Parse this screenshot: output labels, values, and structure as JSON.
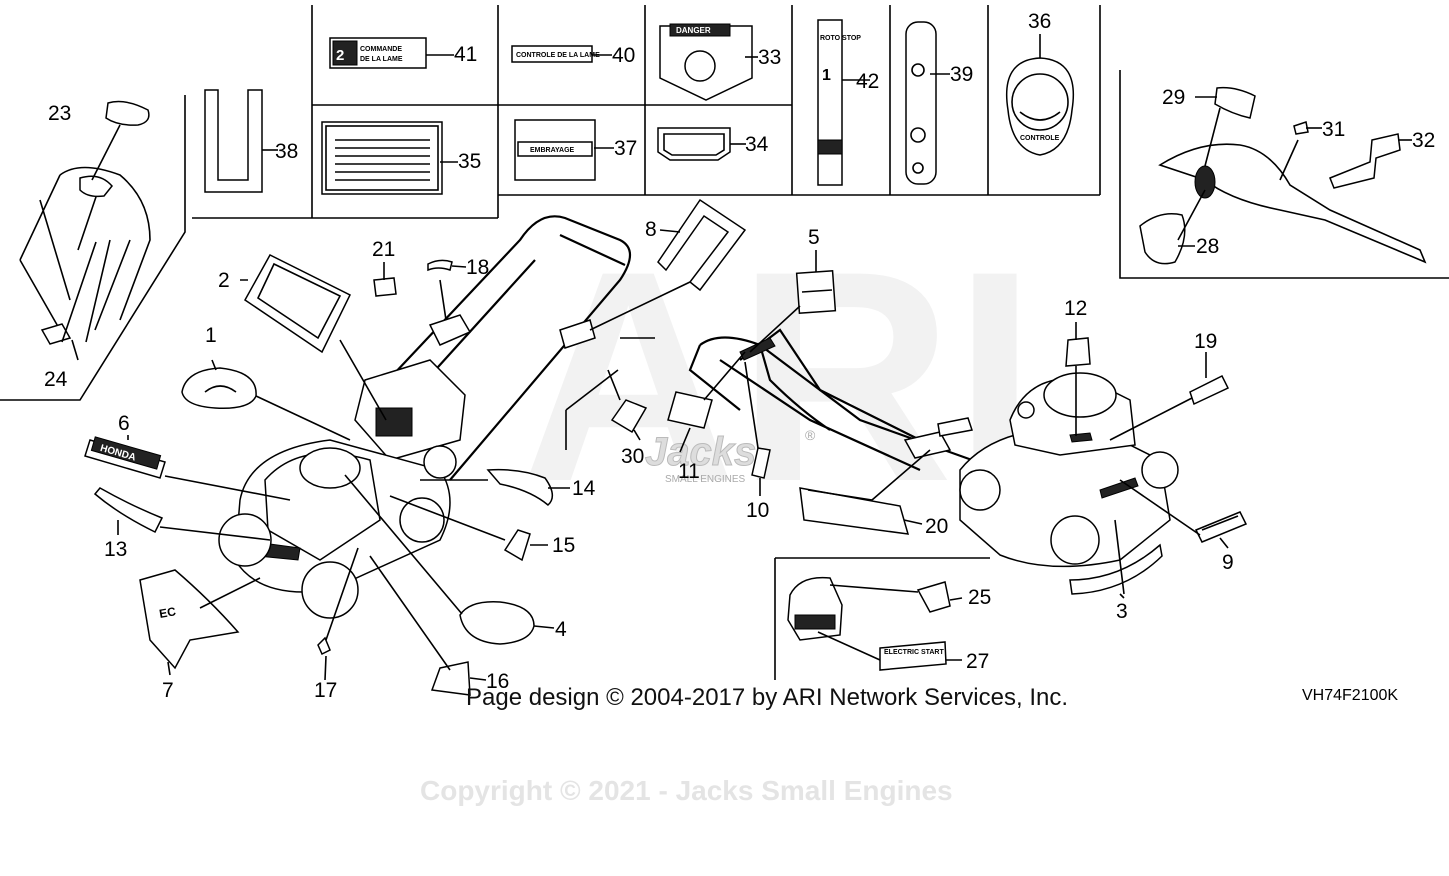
{
  "diagram": {
    "watermark_text": "ARI",
    "jacks_logo": {
      "line1": "Jacks",
      "line2": "SMALL ENGINES",
      "mark": "®"
    },
    "credit": "Page design © 2004-2017 by ARI Network Services, Inc.",
    "copyright": "Copyright © 2021 - Jacks Small Engines",
    "diagram_code": "VH74F2100K",
    "callouts": [
      "1",
      "2",
      "3",
      "4",
      "5",
      "6",
      "7",
      "8",
      "9",
      "10",
      "11",
      "12",
      "13",
      "14",
      "15",
      "16",
      "17",
      "18",
      "19",
      "20",
      "21",
      "23",
      "24",
      "25",
      "27",
      "28",
      "29",
      "30",
      "31",
      "32",
      "33",
      "34",
      "35",
      "36",
      "37",
      "38",
      "39",
      "40",
      "41",
      "42"
    ],
    "label_texts": {
      "commande": "COMMANDE",
      "de_la_lame": "DE LA LAME",
      "controle_de_la_lame": "CONTROLE DE LA LAME",
      "danger": "DANGER",
      "embrayage": "EMBRAYAGE",
      "roto_stop": "ROTO STOP",
      "honda": "HONDA",
      "electric_start": "ELECTRIC START",
      "controle": "CONTROLE"
    }
  }
}
